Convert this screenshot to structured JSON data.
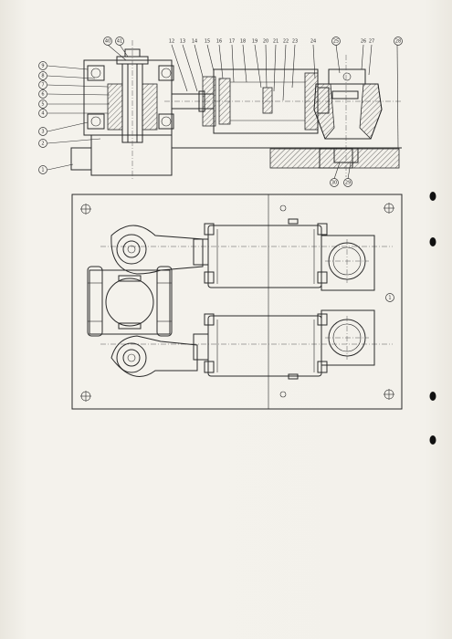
{
  "drawing": {
    "top_callouts": [
      "40",
      "41",
      "12",
      "13",
      "14",
      "15",
      "16",
      "17",
      "18",
      "19",
      "20",
      "21",
      "22",
      "23",
      "24",
      "25",
      "26",
      "27",
      "28"
    ],
    "left_callouts": [
      "9",
      "8",
      "7",
      "6",
      "5",
      "4",
      "3",
      "2",
      "1"
    ],
    "bottom_callouts": [
      "30",
      "29"
    ],
    "plan_marker": "1",
    "colors": {
      "paper": "#f3f1eb",
      "ink": "#2a2a2a",
      "punch_hole": "#111111"
    }
  }
}
